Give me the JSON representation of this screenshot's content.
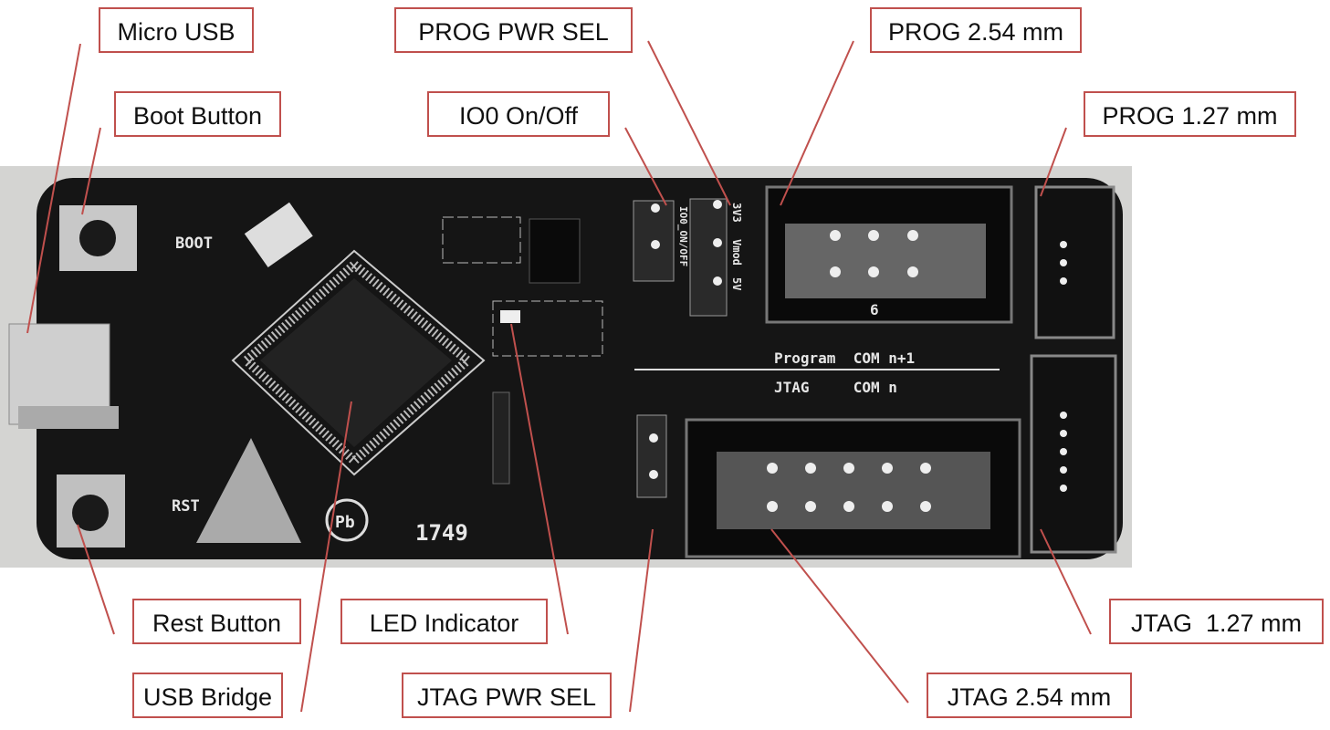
{
  "labels": {
    "micro_usb": "Micro USB",
    "boot_button": "Boot Button",
    "prog_pwr_sel": "PROG PWR SEL",
    "io0_on_off": "IO0 On/Off",
    "prog_254": "PROG 2.54 mm",
    "prog_127": "PROG 1.27 mm",
    "rest_button": "Rest Button",
    "led_indicator": "LED Indicator",
    "usb_bridge": "USB Bridge",
    "jtag_pwr_sel": "JTAG PWR SEL",
    "jtag_254": "JTAG 2.54 mm",
    "jtag_127": "JTAG  1.27 mm"
  },
  "silkscreen": {
    "boot": "BOOT",
    "rst": "RST",
    "program_com": "Program  COM n+1",
    "jtag_com": "JTAG     COM n",
    "io0": "IO0_ON/OFF",
    "v33": "3V3",
    "vmod": "Vmod",
    "v5": "5V",
    "pin_mark": "6",
    "date_code": "1749",
    "pb": "Pb"
  },
  "colors": {
    "label_border": "#c0504d",
    "leader_line": "#c0504d",
    "pcb": "#141414"
  }
}
